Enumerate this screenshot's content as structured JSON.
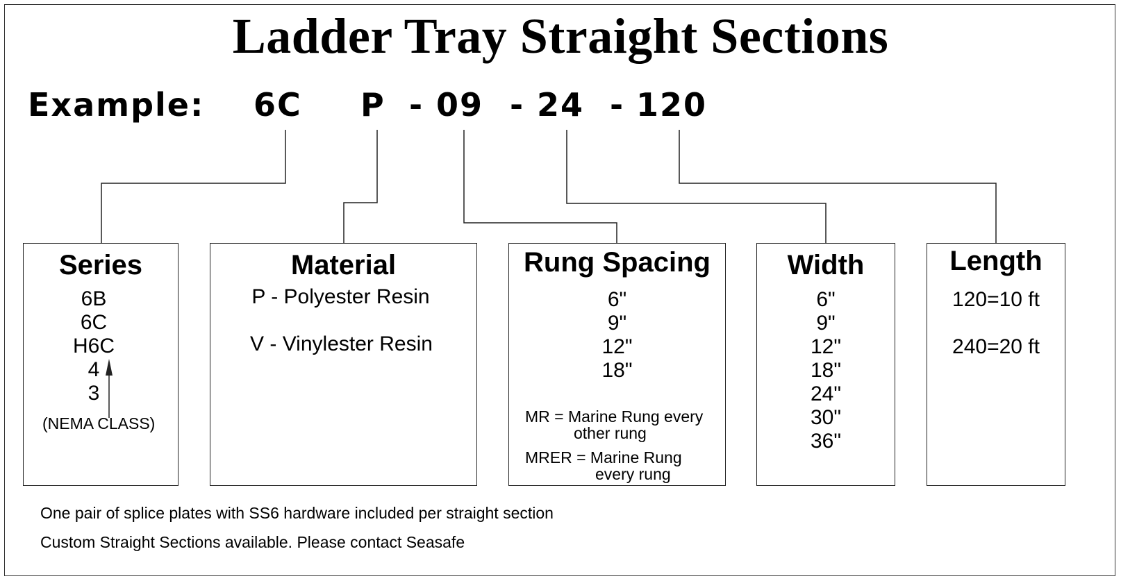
{
  "title": "Ladder Tray Straight Sections",
  "example": {
    "label": "Example:",
    "series_code": "6C",
    "material_code": "P",
    "sep1": "-",
    "rung_code": "09",
    "sep2": "-",
    "width_code": "24",
    "sep3": "-",
    "length_code": "120"
  },
  "series": {
    "title": "Series",
    "options": [
      "6B",
      "6C",
      "H6C",
      "4",
      "3"
    ],
    "nema_note": "(NEMA CLASS)"
  },
  "material": {
    "title": "Material",
    "options": [
      "P - Polyester Resin",
      "V - Vinylester Resin"
    ]
  },
  "rung_spacing": {
    "title": "Rung Spacing",
    "options": [
      "6\"",
      "9\"",
      "12\"",
      "18\""
    ],
    "mr_line1": "MR = Marine Rung every",
    "mr_line2": "other rung",
    "mrer_line1": "MRER = Marine Rung",
    "mrer_line2": "every rung"
  },
  "width": {
    "title": "Width",
    "options": [
      "6\"",
      "9\"",
      "12\"",
      "18\"",
      "24\"",
      "30\"",
      "36\""
    ]
  },
  "length": {
    "title": "Length",
    "options": [
      "120=10 ft",
      "240=20 ft"
    ]
  },
  "notes": [
    "One pair of splice plates with SS6 hardware included per straight section",
    "Custom Straight Sections available. Please contact Seasafe"
  ]
}
